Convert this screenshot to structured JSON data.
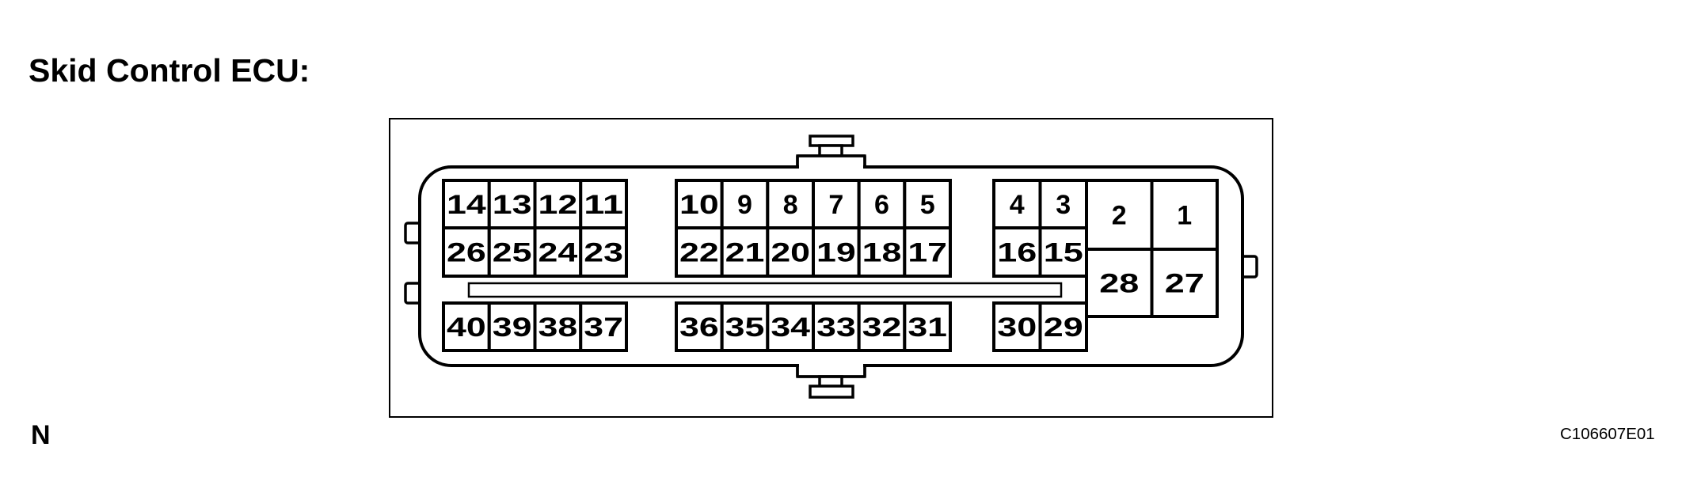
{
  "header": {
    "title": "Skid Control ECU:"
  },
  "connector": {
    "name": "Skid Control ECU connector",
    "pin_count": 40,
    "blocks": [
      {
        "id": "block-a",
        "rows": [
          [
            "14",
            "13",
            "12",
            "11"
          ],
          [
            "26",
            "25",
            "24",
            "23"
          ],
          [
            "40",
            "39",
            "38",
            "37"
          ]
        ]
      },
      {
        "id": "block-b",
        "rows": [
          [
            "10",
            "9",
            "8",
            "7",
            "6",
            "5"
          ],
          [
            "22",
            "21",
            "20",
            "19",
            "18",
            "17"
          ],
          [
            "36",
            "35",
            "34",
            "33",
            "32",
            "31"
          ]
        ]
      },
      {
        "id": "block-c",
        "rows": [
          [
            "4",
            "3"
          ],
          [
            "16",
            "15"
          ],
          [
            "30",
            "29"
          ]
        ]
      },
      {
        "id": "block-power",
        "rows": [
          [
            "2",
            "1"
          ],
          [
            "28",
            "27"
          ]
        ]
      }
    ]
  },
  "footer": {
    "orientation_label": "N",
    "figure_code": "C106607E01"
  },
  "colors": {
    "line": "#000000",
    "background": "#ffffff"
  }
}
